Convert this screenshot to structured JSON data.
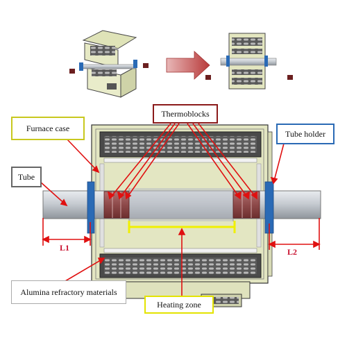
{
  "labels": {
    "thermoblocks": "Thermoblocks",
    "furnace_case": "Furnace case",
    "tube_holder": "Tube holder",
    "tube": "Tube",
    "alumina": "Alumina refractory materials",
    "heating_zone": "Heating zone",
    "l1": "L1",
    "l2": "L2"
  },
  "colors": {
    "thermoblocks_border": "#8b1a1a",
    "furnace_case_border": "#c8c81e",
    "tube_holder_border": "#2a6ab5",
    "tube_border": "#666666",
    "alumina_border": "#aaaaaa",
    "heating_zone_border": "#e3e300",
    "leader_red": "#e01010",
    "arrow": "#c04040"
  }
}
